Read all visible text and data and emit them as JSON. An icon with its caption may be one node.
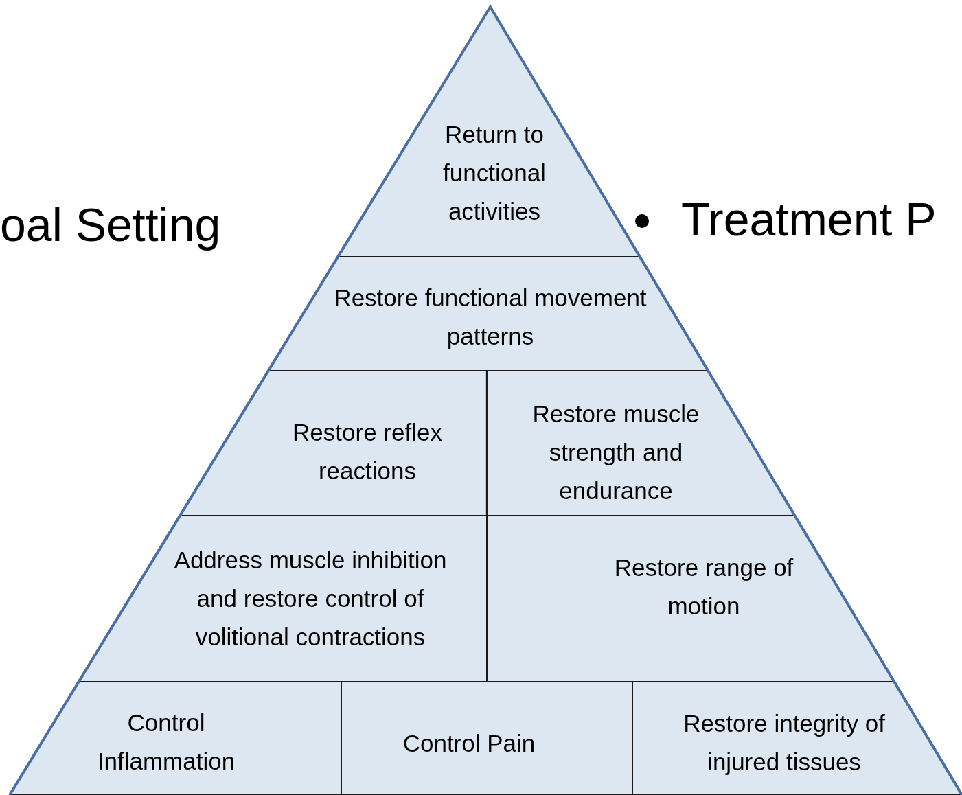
{
  "diagram": {
    "nodes": [
      {
        "text": [
          "Return to functional activities"
        ]
      },
      {
        "text": [
          "Restore functional movement patterns"
        ]
      },
      {
        "text": [
          "Restore reflex reactions"
        ]
      },
      {
        "text": [
          "Restore muscle strength and endurance"
        ]
      },
      {
        "text": [
          "Address muscle inhibition and restore control of volitional contractions"
        ]
      },
      {
        "text": [
          "Restore range of motion"
        ]
      },
      {
        "text": [
          "Control Inflammation"
        ]
      },
      {
        "text": [
          "Control Pain"
        ]
      },
      {
        "text": [
          "Restore integrity of injured tissues"
        ]
      }
    ],
    "labels": [
      "oal Setting",
      "Treatment P"
    ]
  }
}
